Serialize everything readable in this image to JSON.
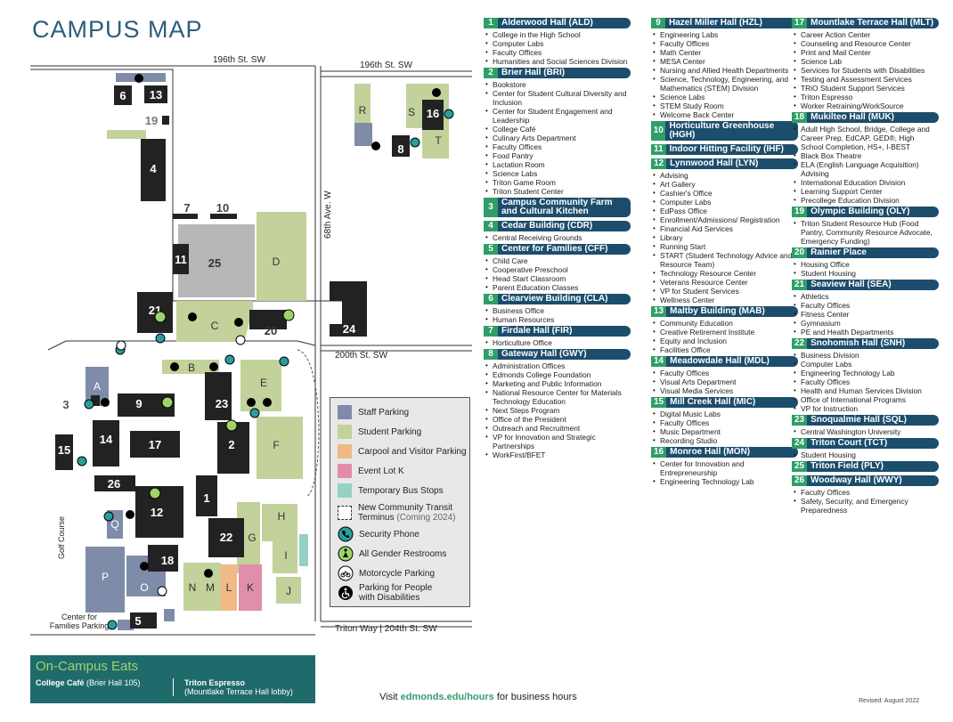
{
  "title": "CAMPUS MAP",
  "map": {
    "streets": {
      "north_left": "196th St. SW",
      "north_right": "196th St. SW",
      "avenue": "68th Ave. W",
      "middle_right": "200th St. SW",
      "south": "Triton Way | 204th St. SW",
      "golf": "Golf Course",
      "cff_label": "Center for Families Parking"
    },
    "labels": {
      "b1": "1",
      "b2": "2",
      "b3": "3",
      "b4": "4",
      "b5": "5",
      "b6": "6",
      "b7": "7",
      "b8": "8",
      "b9": "9",
      "b10": "10",
      "b11": "11",
      "b12": "12",
      "b13": "13",
      "b14": "14",
      "b15": "15",
      "b16": "16",
      "b17": "17",
      "b18": "18",
      "b19": "19",
      "b20": "20",
      "b21": "21",
      "b22": "22",
      "b23": "23",
      "b24": "24",
      "b25": "25",
      "b26": "26",
      "lotA": "A",
      "lotB": "B",
      "lotC": "C",
      "lotD": "D",
      "lotE": "E",
      "lotF": "F",
      "lotG": "G",
      "lotH": "H",
      "lotI": "I",
      "lotJ": "J",
      "lotK": "K",
      "lotL": "L",
      "lotM": "M",
      "lotN": "N",
      "lotO": "O",
      "lotP": "P",
      "lotQ": "Q",
      "lotR": "R",
      "lotS": "S",
      "lotT": "T"
    }
  },
  "legend": [
    {
      "label": "Staff Parking",
      "color": "#7e8ca9",
      "kind": "swatch"
    },
    {
      "label": "Student Parking",
      "color": "#c3d19b",
      "kind": "swatch"
    },
    {
      "label": "Carpool and Visitor Parking",
      "color": "#f0b985",
      "kind": "swatch"
    },
    {
      "label": "Event Lot K",
      "color": "#e08eaa",
      "kind": "swatch"
    },
    {
      "label": "Temporary Bus Stops",
      "color": "#93d1c5",
      "kind": "swatch"
    },
    {
      "label": "New Community Transit Terminus",
      "note": "(Coming 2024)",
      "kind": "dashed"
    },
    {
      "label": "Security Phone",
      "kind": "phone-icon"
    },
    {
      "label": "All Gender Restrooms",
      "kind": "restroom-icon"
    },
    {
      "label": "Motorcycle Parking",
      "kind": "motorcycle-icon"
    },
    {
      "label": "Parking for People with Disabilities",
      "kind": "accessible-icon"
    }
  ],
  "eats": {
    "title": "On-Campus Eats",
    "item1_name": "College Café",
    "item1_detail": "(Brier Hall 105)",
    "item2_name": "Triton Espresso",
    "item2_detail": "(Mountlake Terrace Hall lobby)"
  },
  "footer": {
    "pre": "Visit ",
    "link": "edmonds.edu/hours",
    "post": " for business hours"
  },
  "revised": "Revised: August 2022",
  "directory": [
    {
      "col": 1,
      "num": "1",
      "name": "Alderwood Hall (ALD)",
      "items": [
        "College in the High School",
        "Computer Labs",
        "Faculty Offices",
        "Humanities and Social Sciences Division"
      ]
    },
    {
      "col": 1,
      "num": "2",
      "name": "Brier Hall (BRI)",
      "items": [
        "Bookstore",
        "Center for Student Cultural Diversity and Inclusion",
        "Center for Student Engagement and Leadership",
        "College Café",
        "Culinary Arts Department",
        "Faculty Offices",
        "Food Pantry",
        "Lactation Room",
        "Science Labs",
        "Triton Game Room",
        "Triton Student Center"
      ]
    },
    {
      "col": 1,
      "num": "3",
      "name": "Campus Community Farm and Cultural Kitchen",
      "items": []
    },
    {
      "col": 1,
      "num": "4",
      "name": "Cedar Building (CDR)",
      "items": [
        "Central Receiving Grounds"
      ]
    },
    {
      "col": 1,
      "num": "5",
      "name": "Center for Families (CFF)",
      "items": [
        "Child Care",
        "Cooperative Preschool",
        "Head Start Classroom",
        "Parent Education Classes"
      ]
    },
    {
      "col": 1,
      "num": "6",
      "name": "Clearview Building (CLA)",
      "items": [
        "Business Office",
        "Human Resources"
      ]
    },
    {
      "col": 1,
      "num": "7",
      "name": "Firdale Hall (FIR)",
      "items": [
        "Horticulture Office"
      ]
    },
    {
      "col": 1,
      "num": "8",
      "name": "Gateway Hall (GWY)",
      "items": [
        "Administration Offices",
        "Edmonds College Foundation",
        "Marketing and Public Information",
        "National Resource Center for Materials Technology Education",
        "Next Steps Program",
        "Office of the President",
        "Outreach and Recruitment",
        "VP for Innovation and Strategic Partnerships",
        "WorkFirst/BFET"
      ]
    },
    {
      "col": 2,
      "num": "9",
      "name": "Hazel Miller Hall (HZL)",
      "items": [
        "Engineering Labs",
        "Faculty Offices",
        "Math Center",
        "MESA Center",
        "Nursing and Allied Health Departments",
        "Science, Technology, Engineering, and Mathematics (STEM) Division",
        "Science Labs",
        "STEM Study Room",
        "Welcome Back Center"
      ]
    },
    {
      "col": 2,
      "num": "10",
      "name": "Horticulture Greenhouse (HGH)",
      "items": []
    },
    {
      "col": 2,
      "num": "11",
      "name": "Indoor Hitting Facility (IHF)",
      "items": []
    },
    {
      "col": 2,
      "num": "12",
      "name": "Lynnwood Hall (LYN)",
      "items": [
        "Advising",
        "Art Gallery",
        "Cashier's Office",
        "Computer Labs",
        "EdPass Office",
        "Enrollment/Admissions/ Registration",
        "Financial Aid Services",
        "Library",
        "Running Start",
        "START (Student Technology Advice and Resource Team)",
        "Technology Resource Center",
        "Veterans Resource Center",
        "VP for Student Services",
        "Wellness Center"
      ]
    },
    {
      "col": 2,
      "num": "13",
      "name": "Maltby Building (MAB)",
      "items": [
        "Community Education",
        "Creative Retirement Institute",
        "Equity and Inclusion",
        "Facilities Office"
      ]
    },
    {
      "col": 2,
      "num": "14",
      "name": "Meadowdale Hall (MDL)",
      "items": [
        "Faculty Offices",
        "Visual Arts Department",
        "Visual Media Services"
      ]
    },
    {
      "col": 2,
      "num": "15",
      "name": "Mill Creek Hall (MIC)",
      "items": [
        "Digital Music Labs",
        "Faculty Offices",
        "Music Department",
        "Recording Studio"
      ]
    },
    {
      "col": 2,
      "num": "16",
      "name": "Monroe Hall (MON)",
      "items": [
        "Center for Innovation and Entrepreneurship",
        "Engineering Technology Lab"
      ]
    },
    {
      "col": 3,
      "num": "17",
      "name": "Mountlake Terrace Hall (MLT)",
      "items": [
        "Career Action Center",
        "Counseling and Resource Center",
        "Print and Mail Center",
        "Science Lab",
        "Services for Students with Disabilities",
        "Testing and Assessment Services",
        "TRiO Student Support Services",
        "Triton Espresso",
        "Worker Retraining/WorkSource"
      ]
    },
    {
      "col": 3,
      "num": "18",
      "name": "Mukilteo Hall (MUK)",
      "items": [
        "Adult High School, Bridge, College and Career Prep, EdCAP, GED®, High School Completion, HS+, I-BEST",
        "Black Box Theatre",
        "ELA (English Language Acquisition) Advising",
        "International Education Division",
        "Learning Support Center",
        "Precollege Education Division"
      ]
    },
    {
      "col": 3,
      "num": "19",
      "name": "Olympic Building (OLY)",
      "items": [
        "Triton Student Resource Hub (Food Pantry, Community Resource Advocate, Emergency Funding)"
      ]
    },
    {
      "col": 3,
      "num": "20",
      "name": "Rainier Place",
      "items": [
        "Housing Office",
        "Student Housing"
      ]
    },
    {
      "col": 3,
      "num": "21",
      "name": "Seaview Hall (SEA)",
      "items": [
        "Athletics",
        "Faculty Offices",
        "Fitness Center",
        "Gymnasium",
        "PE and Health Departments"
      ]
    },
    {
      "col": 3,
      "num": "22",
      "name": "Snohomish Hall (SNH)",
      "items": [
        "Business Division",
        "Computer Labs",
        "Engineering Technology Lab",
        "Faculty Offices",
        "Health and Human Services Division",
        "Office of International Programs",
        "VP for Instruction"
      ]
    },
    {
      "col": 3,
      "num": "23",
      "name": "Snoqualmie Hall (SQL)",
      "items": [
        "Central Washington University"
      ]
    },
    {
      "col": 3,
      "num": "24",
      "name": "Triton Court (TCT)",
      "items": [
        "Student Housing"
      ]
    },
    {
      "col": 3,
      "num": "25",
      "name": "Triton Field (PLY)",
      "items": []
    },
    {
      "col": 3,
      "num": "26",
      "name": "Woodway Hall (WWY)",
      "items": [
        "Faculty Offices",
        "Safety, Security, and Emergency Preparedness"
      ]
    }
  ]
}
